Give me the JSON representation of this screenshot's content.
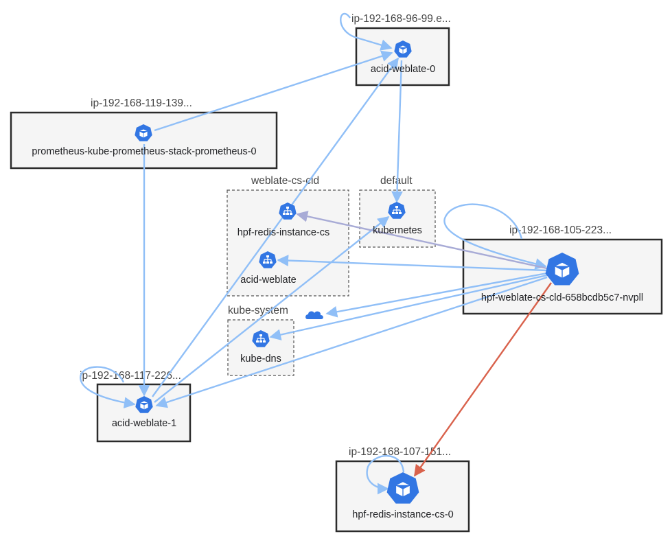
{
  "colors": {
    "edge_normal": "#90bff7",
    "edge_service": "#a8abd6",
    "edge_alert": "#d9624c",
    "icon_fill": "#3276e3",
    "box_fill": "#f5f5f5"
  },
  "hosts": {
    "ip_96_99": "ip-192-168-96-99.e...",
    "ip_119_139": "ip-192-168-119-139...",
    "ip_105_223": "ip-192-168-105-223...",
    "ip_117_226": "ip-192-168-117-226...",
    "ip_107_151": "ip-192-168-107-151..."
  },
  "namespaces": {
    "weblate_cs_cld": "weblate-cs-cld",
    "default": "default",
    "kube_system": "kube-system"
  },
  "pods": {
    "acid_weblate_0": "acid-weblate-0",
    "prometheus": "prometheus-kube-prometheus-stack-prometheus-0",
    "hpf_weblate": "hpf-weblate-cs-cld-658bcdb5c7-nvpll",
    "acid_weblate_1": "acid-weblate-1",
    "hpf_redis_0": "hpf-redis-instance-cs-0"
  },
  "services": {
    "hpf_redis_instance_cs": "hpf-redis-instance-cs",
    "acid_weblate": "acid-weblate",
    "kubernetes": "kubernetes",
    "kube_dns": "kube-dns"
  },
  "icons": {
    "pod": "kubernetes-pod-icon",
    "service": "kubernetes-service-icon",
    "external": "cloud-icon"
  }
}
